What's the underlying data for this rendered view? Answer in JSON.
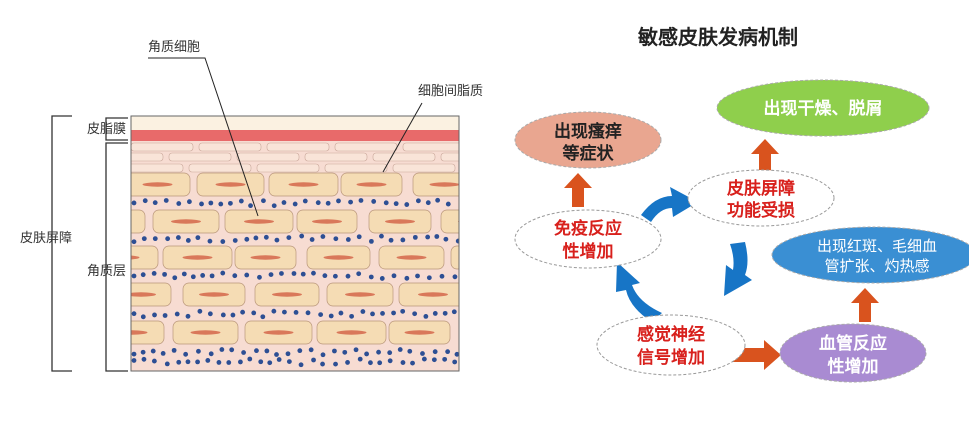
{
  "left_diagram": {
    "labels": {
      "corneocyte": "角质细胞",
      "intercellular_lipid": "细胞间脂质",
      "sebum_film": "皮脂膜",
      "stratum_corneum": "角质层",
      "skin_barrier": "皮肤屏障"
    }
  },
  "right_diagram": {
    "title": "敏感皮肤发病机制",
    "nodes": {
      "itch": [
        "出现瘙痒",
        "等症状"
      ],
      "dry": [
        "出现干燥、脱屑"
      ],
      "barrier": [
        "皮肤屏障",
        "功能受损"
      ],
      "immune": [
        "免疫反应",
        "性增加"
      ],
      "redness": [
        "出现红斑、毛细血",
        "管扩张、灼热感"
      ],
      "nerve": [
        "感觉神经",
        "信号增加"
      ],
      "vascular": [
        "血管反应",
        "性增加"
      ]
    }
  },
  "colors": {
    "itch": "#e9a690",
    "dry": "#8fcf4c",
    "redness": "#3a8fd3",
    "vascular": "#a98bd2",
    "orange_arrow": "#d9531e",
    "blue_arrow": "#1775c6",
    "sebum": "#e86a6a",
    "cell": "#f5dcb4",
    "lipid_dot": "#2d4f94"
  }
}
